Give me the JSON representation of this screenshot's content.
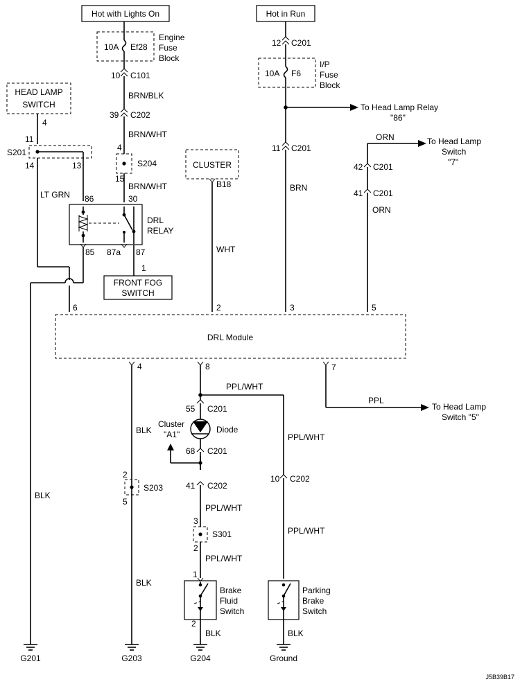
{
  "sources": {
    "lights_on": "Hot with Lights On",
    "run": "Hot in Run"
  },
  "engine_fuse": {
    "rating": "10A",
    "name": "Ef28",
    "block": [
      "Engine",
      "Fuse",
      "Block"
    ]
  },
  "ip_fuse": {
    "rating": "10A",
    "name": "F6",
    "block": [
      "I/P",
      "Fuse",
      "Block"
    ]
  },
  "connectors": {
    "c201": "C201",
    "c101": "C101",
    "c202": "C202",
    "s201": "S201",
    "s204": "S204",
    "s203": "S203",
    "s301": "S301"
  },
  "pins": {
    "p12": "12",
    "p10": "10",
    "p39": "39",
    "p4": "4",
    "p11": "11",
    "p14": "14",
    "p13": "13",
    "p15": "15",
    "p30": "30",
    "p86": "86",
    "p85": "85",
    "p87a": "87a",
    "p87": "87",
    "p1": "1",
    "p42": "42",
    "p41": "41",
    "m6": "6",
    "m2": "2",
    "m3": "3",
    "m5": "5",
    "m4": "4",
    "m8": "8",
    "m7": "7",
    "p55": "55",
    "p68": "68",
    "p2": "2",
    "p5": "5",
    "p3": "3",
    "p1b": "1",
    "p2b": "2",
    "p2c": "2",
    "p10b": "10",
    "p41b": "41"
  },
  "wires": {
    "brn_blk": "BRN/BLK",
    "brn_wht": "BRN/WHT",
    "lt_grn": "LT GRN",
    "wht": "WHT",
    "brn": "BRN",
    "orn": "ORN",
    "blk": "BLK",
    "ppl_wht": "PPL/WHT",
    "ppl": "PPL"
  },
  "components": {
    "head_lamp_switch": [
      "HEAD LAMP",
      "SWITCH"
    ],
    "cluster": "CLUSTER",
    "cluster_pin": "B18",
    "drl_relay": [
      "DRL",
      "RELAY"
    ],
    "front_fog_switch": [
      "FRONT FOG",
      "SWITCH"
    ],
    "drl_module": "DRL Module",
    "diode": "Diode",
    "cluster_a1": [
      "Cluster",
      "\"A1\""
    ],
    "brake_fluid_switch": [
      "Brake",
      "Fluid",
      "Switch"
    ],
    "parking_brake_switch": [
      "Parking",
      "Brake",
      "Switch"
    ]
  },
  "destinations": {
    "relay86": [
      "To Head Lamp Relay",
      "\"86\""
    ],
    "switch7": [
      "To Head Lamp",
      "Switch",
      "\"7\""
    ],
    "switch5": [
      "To Head Lamp",
      "Switch \"5\""
    ]
  },
  "grounds": {
    "g201": "G201",
    "g203": "G203",
    "g204": "G204",
    "ground": "Ground"
  },
  "diagram_id": "J5B39B17"
}
